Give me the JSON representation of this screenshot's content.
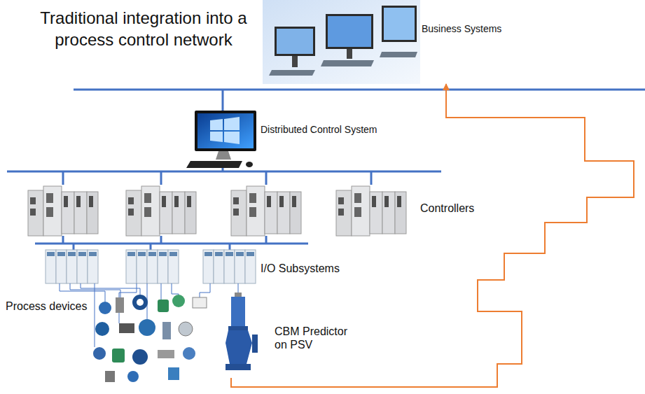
{
  "diagram": {
    "title": "Traditional integration into a process control network",
    "nodes": [
      {
        "text": [
          "Business Systems"
        ]
      },
      {
        "text": [
          "Distributed Control System"
        ]
      },
      {
        "text": [
          "Controllers"
        ]
      },
      {
        "text": [
          "I/O Subsystems"
        ]
      },
      {
        "text": [
          "Process devices"
        ]
      },
      {
        "text": [
          "CBM Predictor on PSV"
        ]
      }
    ],
    "edges": [
      {
        "from": 5,
        "to": 0,
        "arrow": "to"
      }
    ]
  }
}
